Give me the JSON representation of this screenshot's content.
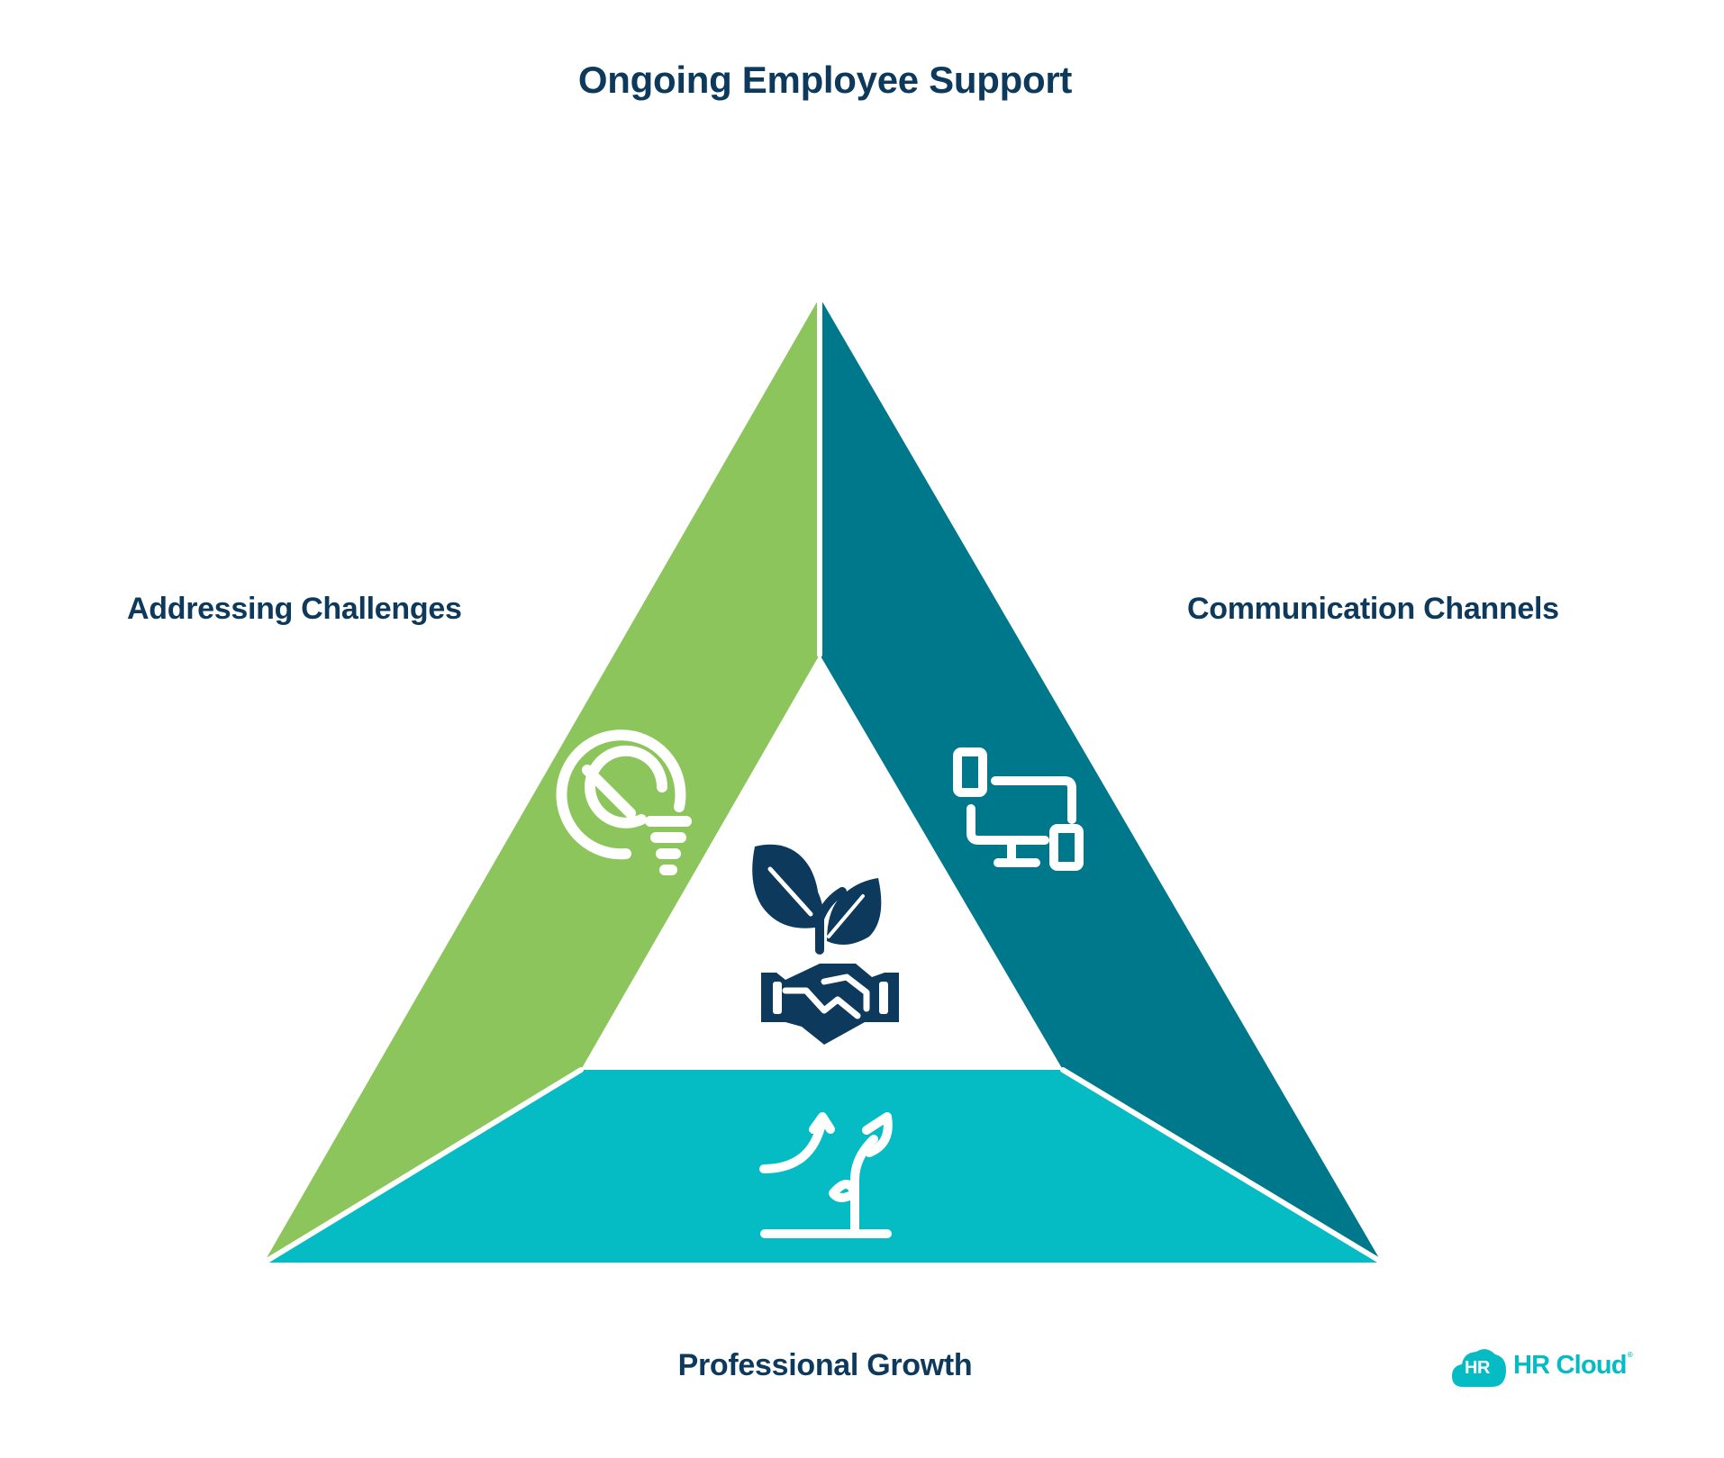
{
  "title": "Ongoing Employee Support",
  "segments": [
    {
      "id": "left",
      "label": "Addressing Challenges",
      "color": "#8dc55d",
      "icon": "gauge-icon"
    },
    {
      "id": "right",
      "label": "Communication Channels",
      "color": "#00788c",
      "icon": "devices-icon"
    },
    {
      "id": "bottom",
      "label": "Professional Growth",
      "color": "#05bcc4",
      "icon": "growth-plant-icon"
    }
  ],
  "center": {
    "icon": "handshake-sprout-icon",
    "color": "#0d3a5c"
  },
  "logo": {
    "badge": "HR",
    "text": "HR Cloud",
    "trademark": "®",
    "color": "#05bcc4"
  }
}
